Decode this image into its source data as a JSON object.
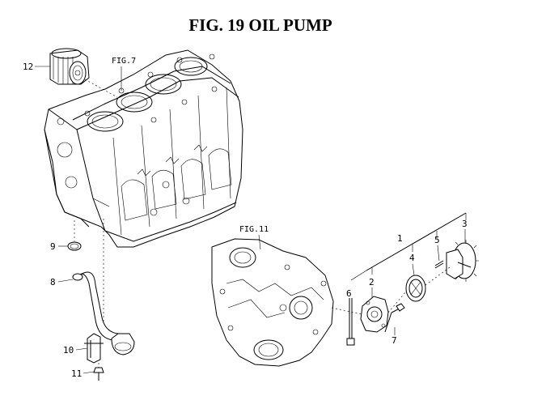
{
  "title": "FIG. 19  OIL PUMP",
  "refs": {
    "block": "FIG.7",
    "gear_case": "FIG.11"
  },
  "callouts": {
    "c1": "1",
    "c2": "2",
    "c3": "3",
    "c4": "4",
    "c5": "5",
    "c6": "6",
    "c7": "7",
    "c8": "8",
    "c9": "9",
    "c10": "10",
    "c11": "11",
    "c12": "12"
  }
}
